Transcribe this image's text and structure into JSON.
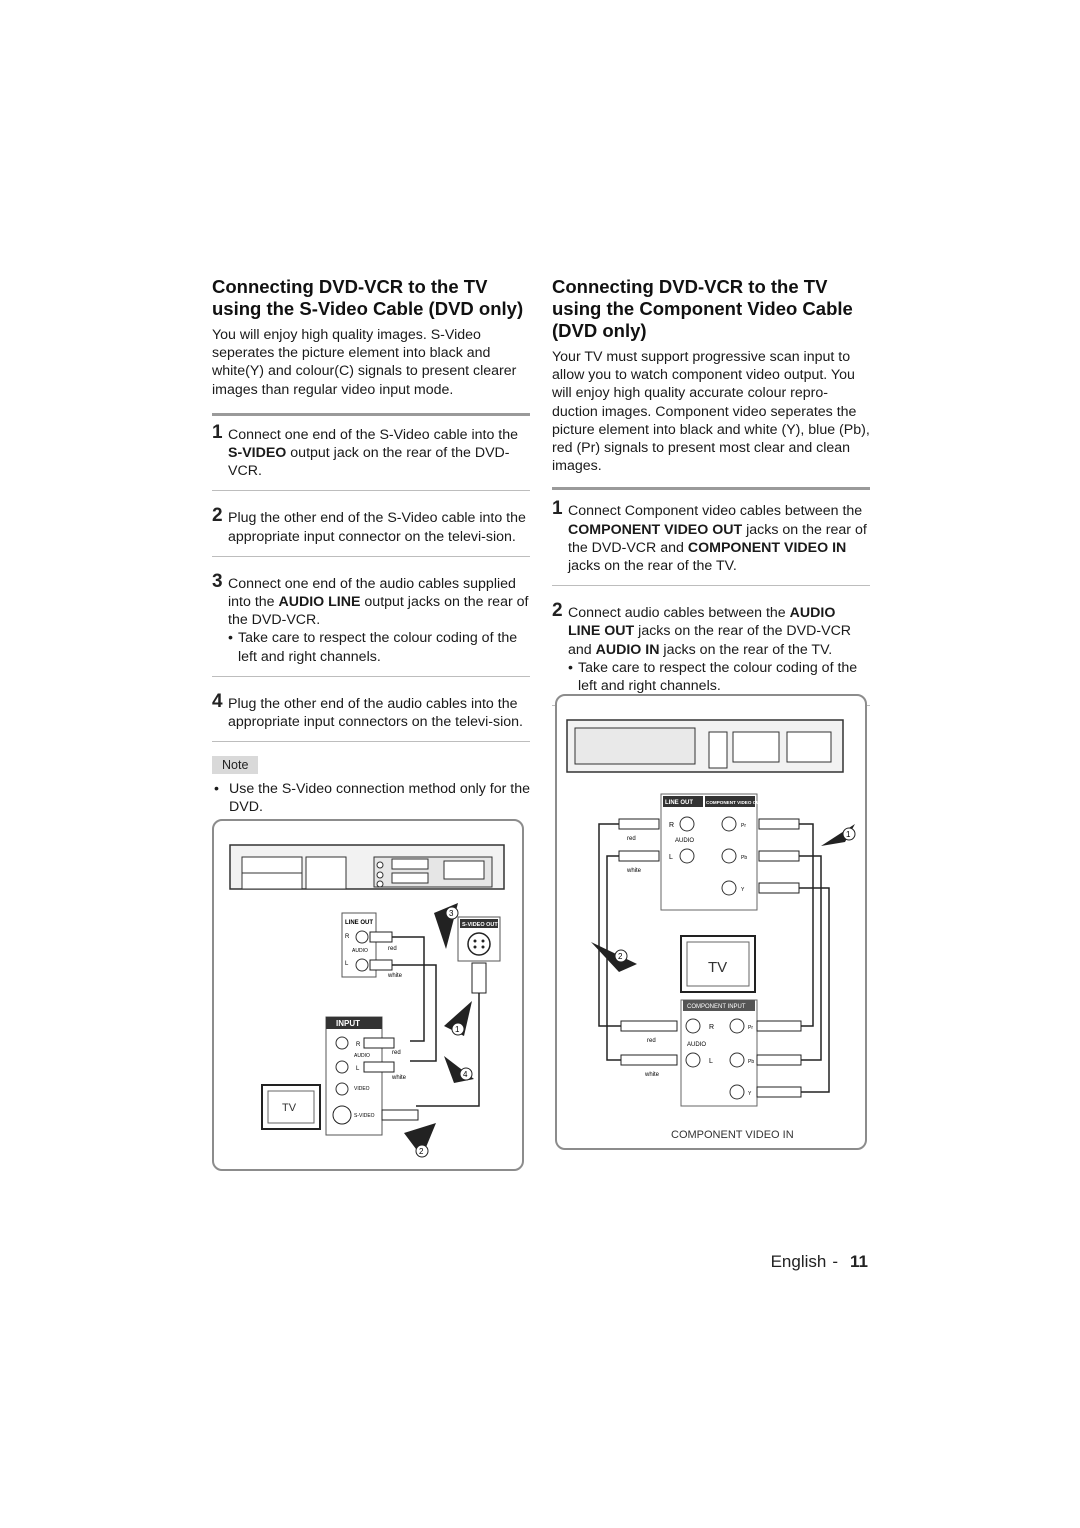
{
  "left": {
    "title": "Connecting DVD-VCR to the TV using the S-Video Cable (DVD only)",
    "intro": "You will enjoy high quality images. S-Video seperates the picture element into black and white(Y) and colour(C) signals to present clearer images than regular video input mode.",
    "steps": [
      {
        "num": "1",
        "pre": "Connect one end of the S-Video cable into the ",
        "bold": "S-VIDEO",
        "post": " output jack on the rear of the DVD-VCR."
      },
      {
        "num": "2",
        "text": "Plug the other end of the S-Video cable into the appropriate input connector on the televi-sion."
      },
      {
        "num": "3",
        "pre": "Connect one end of the audio cables supplied into the ",
        "bold": "AUDIO LINE",
        "post": " output jacks on the rear of the DVD-VCR.",
        "sub": "Take care to respect the colour coding of the left and right channels."
      },
      {
        "num": "4",
        "text": "Plug the other end of the audio cables into the appropriate input connectors on the televi-sion."
      }
    ],
    "note_label": "Note",
    "note_text": "Use the S-Video connection method only for the DVD.",
    "diagram": {
      "line_out": "LINE OUT",
      "svideo_out": "S-VIDEO OUT",
      "input": "INPUT",
      "audio": "AUDIO",
      "video": "VIDEO",
      "svideo": "S-VIDEO",
      "red": "red",
      "white": "white",
      "r": "R",
      "l": "L",
      "tv": "TV",
      "markers": [
        "1",
        "2",
        "3",
        "4"
      ]
    }
  },
  "right": {
    "title": "Connecting DVD-VCR to the TV using the Component Video Cable (DVD only)",
    "intro": "Your TV must support progressive scan input to allow you to watch component video output. You will enjoy high quality accurate colour repro-duction images. Component video seperates the picture element into black and white (Y), blue (Pb), red (Pr) signals to present most clear and clean images.",
    "step1": {
      "num": "1",
      "a": "Connect Component video cables between the ",
      "b1": "COMPONENT VIDEO OUT",
      "c": " jacks on the rear of the DVD-VCR and ",
      "b2": "COMPONENT VIDEO IN",
      "d": " jacks on the rear of the TV."
    },
    "step2": {
      "num": "2",
      "a": "Connect audio cables between the ",
      "b1": "AUDIO LINE OUT",
      "c": " jacks on the rear of the DVD-VCR and ",
      "b2": "AUDIO IN",
      "d": " jacks on the rear of the TV.",
      "sub": "Take care to respect the colour coding of the left and right channels."
    },
    "diagram": {
      "line_out": "LINE OUT",
      "component_out": "COMPONENT VIDEO OUT",
      "component_input": "COMPONENT INPUT",
      "audio": "AUDIO",
      "red": "red",
      "white": "white",
      "r": "R",
      "l": "L",
      "pr": "Pr",
      "pb": "Pb",
      "y": "Y",
      "tv": "TV",
      "caption": "COMPONENT VIDEO IN",
      "markers": [
        "1",
        "2"
      ]
    }
  },
  "footer": {
    "language": "English",
    "dash": "-",
    "page": "11"
  }
}
